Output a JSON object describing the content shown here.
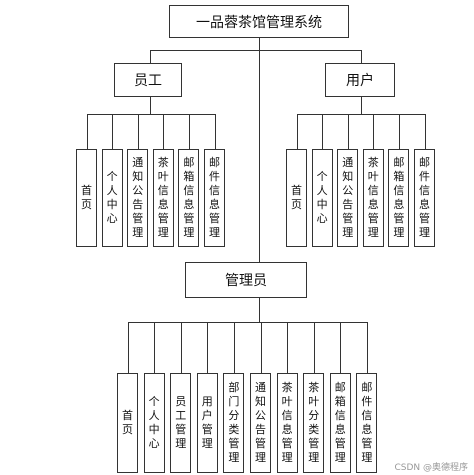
{
  "root": {
    "label": "一品蓉茶馆管理系统"
  },
  "groups": {
    "staff": {
      "label": "员工",
      "items": [
        "首页",
        "个人中心",
        "通知公告管理",
        "茶叶信息管理",
        "邮箱信息管理",
        "邮件信息管理"
      ]
    },
    "user": {
      "label": "用户",
      "items": [
        "首页",
        "个人中心",
        "通知公告管理",
        "茶叶信息管理",
        "邮箱信息管理",
        "邮件信息管理"
      ]
    },
    "admin": {
      "label": "管理员",
      "items": [
        "首页",
        "个人中心",
        "员工管理",
        "用户管理",
        "部门分类管理",
        "通知公告管理",
        "茶叶信息管理",
        "茶叶分类管理",
        "邮箱信息管理",
        "邮件信息管理"
      ]
    }
  },
  "watermark": "CSDN @奥德程序"
}
